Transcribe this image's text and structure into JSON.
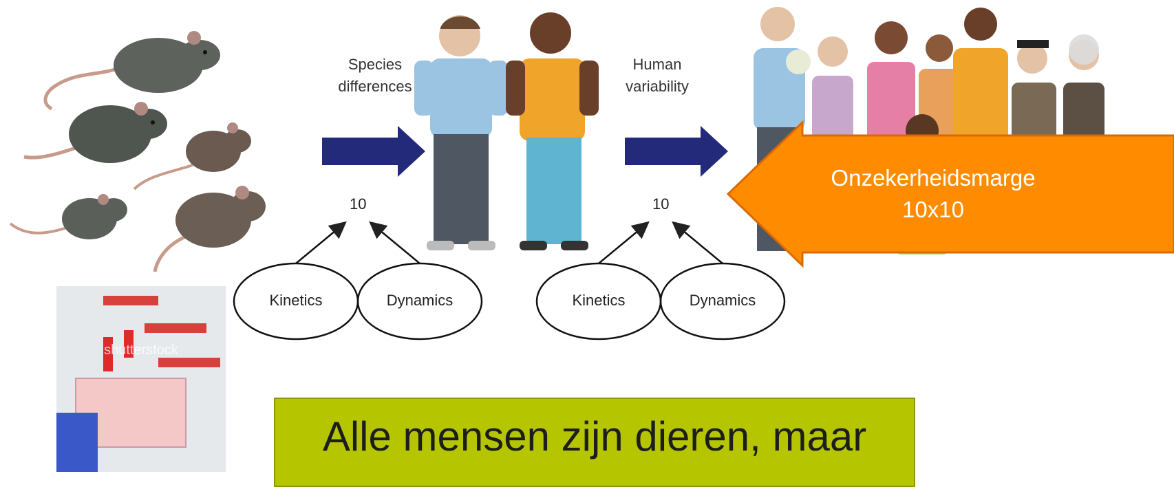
{
  "stage1": {
    "label_line1": "Species",
    "label_line2": "differences",
    "factor": "10",
    "left_ellipse": "Kinetics",
    "right_ellipse": "Dynamics"
  },
  "stage2": {
    "label_line1": "Human",
    "label_line2": "variability",
    "factor": "10",
    "left_ellipse": "Kinetics",
    "right_ellipse": "Dynamics"
  },
  "callout": {
    "line1": "Onzekerheidsmarge",
    "line2": "10x10"
  },
  "bottom_text": "Alle mensen zijn dieren, maar",
  "photo_watermark": "shutterstock",
  "colors": {
    "arrow_blue": "#232a7a",
    "callout_orange": "#ff8c00",
    "callout_border": "#d96a00",
    "bottom_box": "#b5c600"
  }
}
